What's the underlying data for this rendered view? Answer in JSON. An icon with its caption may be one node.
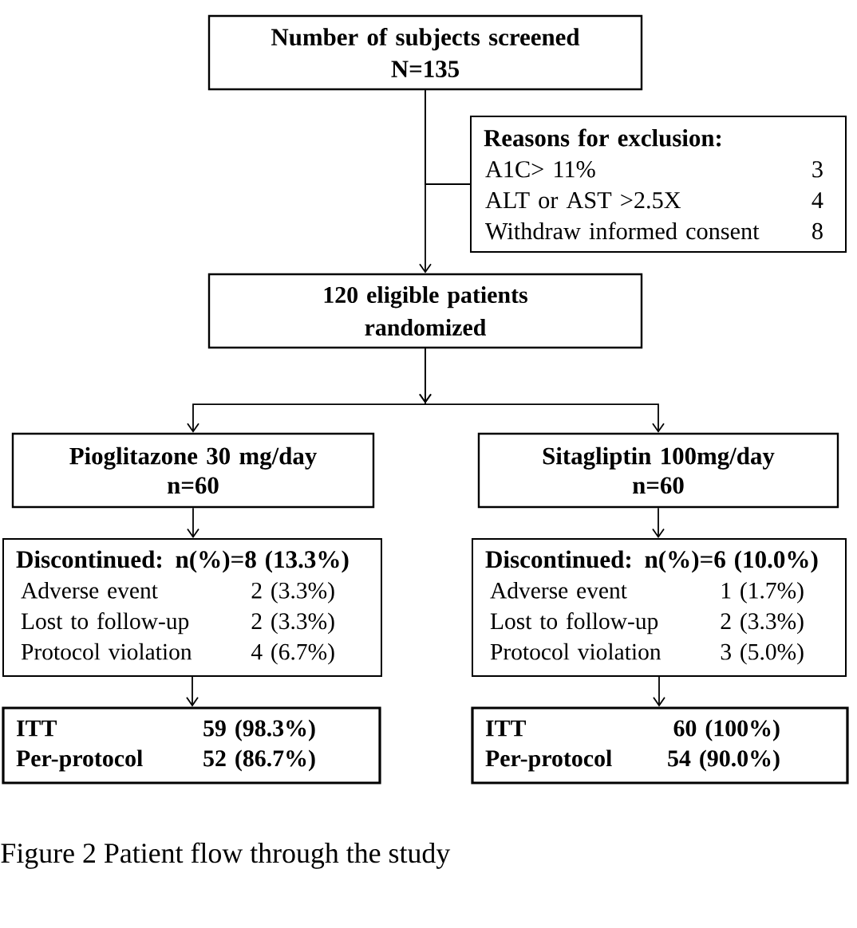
{
  "diagram": {
    "caption": "Figure 2 Patient flow through the study",
    "nodes": [
      {
        "text": [
          "Number of subjects screened",
          "N=135"
        ]
      },
      {
        "text": [
          "Reasons for exclusion:",
          "A1C> 11%",
          "3",
          "ALT or AST >2.5X",
          "4",
          "Withdraw informed consent",
          "8"
        ]
      },
      {
        "text": [
          "120 eligible patients randomized"
        ]
      },
      {
        "text": [
          "Pioglitazone 30 mg/day",
          "n=60"
        ]
      },
      {
        "text": [
          "Sitagliptin 100mg/day",
          "n=60"
        ]
      },
      {
        "text": [
          "Discontinued: n(%)=8 (13.3%)",
          "Adverse event",
          "2 (3.3%)",
          "Lost to follow-up",
          "2 (3.3%)",
          "Protocol violation",
          "4 (6.7%)"
        ]
      },
      {
        "text": [
          "Discontinued: n(%)=6 (10.0%)",
          "Adverse event",
          "1 (1.7%)",
          "Lost to follow-up",
          "2 (3.3%)",
          "Protocol violation",
          "3 (5.0%)"
        ]
      },
      {
        "text": [
          "ITT",
          "59 (98.3%)",
          "Per-protocol",
          "52 (86.7%)"
        ]
      },
      {
        "text": [
          "ITT",
          "60 (100%)",
          "Per-protocol",
          "54 (90.0%)"
        ]
      }
    ],
    "edges": [
      {
        "from": 0,
        "to": 2,
        "arrow": "to"
      },
      {
        "from": 0,
        "to": 1,
        "arrow": "none"
      },
      {
        "from": 2,
        "to": 3,
        "arrow": "to"
      },
      {
        "from": 2,
        "to": 4,
        "arrow": "to"
      },
      {
        "from": 3,
        "to": 5,
        "arrow": "to"
      },
      {
        "from": 4,
        "to": 6,
        "arrow": "to"
      },
      {
        "from": 5,
        "to": 7,
        "arrow": "to"
      },
      {
        "from": 6,
        "to": 8,
        "arrow": "to"
      }
    ]
  }
}
